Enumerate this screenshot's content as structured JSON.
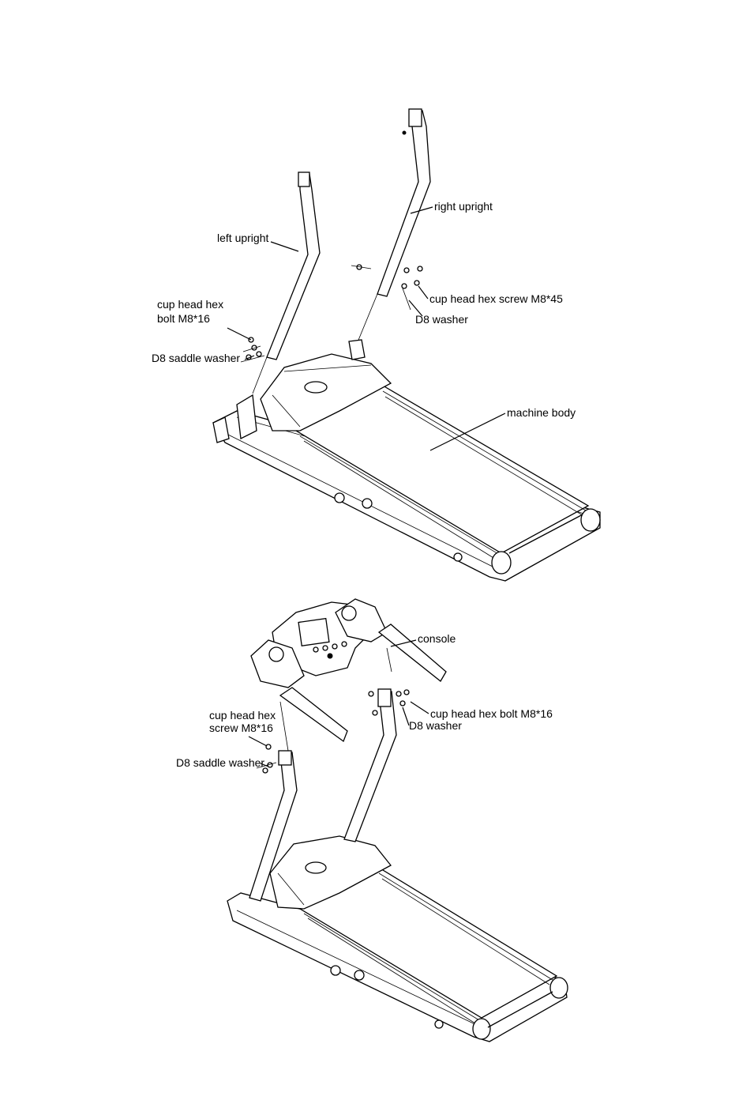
{
  "diagrams": [
    {
      "labels": {
        "right_upright": "right upright",
        "left_upright": "left upright",
        "cup_head_hex_screw": "cup head hex screw M8*45",
        "d8_washer": "D8 washer",
        "cup_head_hex_bolt_line1": "cup head hex",
        "cup_head_hex_bolt_line2": "bolt M8*16",
        "d8_saddle_washer": "D8 saddle washer",
        "machine_body": "machine body"
      }
    },
    {
      "labels": {
        "console": "console",
        "cup_head_hex_bolt": "cup head hex bolt M8*16",
        "d8_washer": "D8 washer",
        "cup_head_hex_screw_line1": "cup head hex",
        "cup_head_hex_screw_line2": "screw M8*16",
        "d8_saddle_washer": "D8 saddle washer"
      }
    }
  ]
}
